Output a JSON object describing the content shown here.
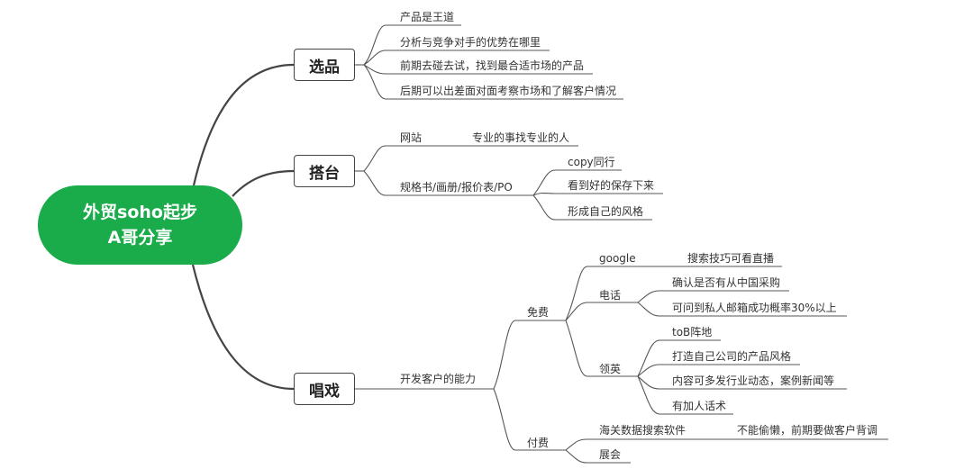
{
  "root": {
    "line1": "外贸soho起步",
    "line2": "A哥分享",
    "color": "#1aab4a"
  },
  "branches": {
    "xuanpin": {
      "title": "选品",
      "items": [
        "产品是王道",
        "分析与竞争对手的优势在哪里",
        "前期去碰去试，找到最合适市场的产品",
        "后期可以出差面对面考察市场和了解客户情况"
      ]
    },
    "datai": {
      "title": "搭台",
      "website": {
        "label": "网站",
        "note": "专业的事找专业的人"
      },
      "docs": {
        "label": "规格书/画册/报价表/PO",
        "items": [
          "copy同行",
          "看到好的保存下来",
          "形成自己的风格"
        ]
      }
    },
    "changxi": {
      "title": "唱戏",
      "ability": {
        "label": "开发客户的能力",
        "free": {
          "label": "免费",
          "google": {
            "label": "google",
            "note": "搜索技巧可看直播"
          },
          "phone": {
            "label": "电话",
            "items": [
              "确认是否有从中国采购",
              "可问到私人邮箱成功概率30%以上"
            ]
          },
          "linkedin": {
            "label": "领英",
            "items": [
              "toB阵地",
              "打造自己公司的产品风格",
              "内容可多发行业动态，案例新闻等",
              "有加人话术"
            ]
          }
        },
        "paid": {
          "label": "付费",
          "customs": {
            "label": "海关数据搜索软件",
            "note": "不能偷懒，前期要做客户背调"
          },
          "expo": {
            "label": "展会"
          }
        }
      }
    }
  }
}
